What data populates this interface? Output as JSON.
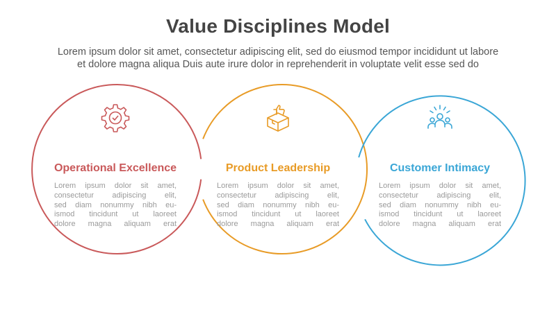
{
  "header": {
    "title": "Value Disciplines Model",
    "subtitle_line1": "Lorem ipsum dolor sit amet, consectetur adipiscing elit, sed do eiusmod tempor incididunt ut labore",
    "subtitle_line2": "et dolore magna aliqua Duis aute irure dolor in reprehenderit in voluptate velit esse sed do"
  },
  "disciplines": [
    {
      "title": "Operational Excellence",
      "color": "#c9595a",
      "icon": "gear-check-icon",
      "text_lines": [
        "Lorem ipsum dolor sit amet,",
        "consectetur adipiscing elit,",
        "sed diam nonummy nibh eu-",
        "ismod tincidunt ut laoreet",
        "dolore magna aliquam erat"
      ]
    },
    {
      "title": "Product Leadership",
      "color": "#e89b26",
      "icon": "product-box-thumbs-up-icon",
      "text_lines": [
        "Lorem ipsum dolor sit amet,",
        "consectetur adipiscing elit,",
        "sed diam nonummy nibh eu-",
        "ismod tincidunt ut laoreet",
        "dolore magna aliquam erat"
      ]
    },
    {
      "title": "Customer Intimacy",
      "color": "#3aa6d6",
      "icon": "people-group-icon",
      "text_lines": [
        "Lorem ipsum dolor sit amet,",
        "consectetur adipiscing elit,",
        "sed diam nonummy nibh eu-",
        "ismod tincidunt ut laoreet",
        "dolore magna aliquam erat"
      ]
    }
  ]
}
